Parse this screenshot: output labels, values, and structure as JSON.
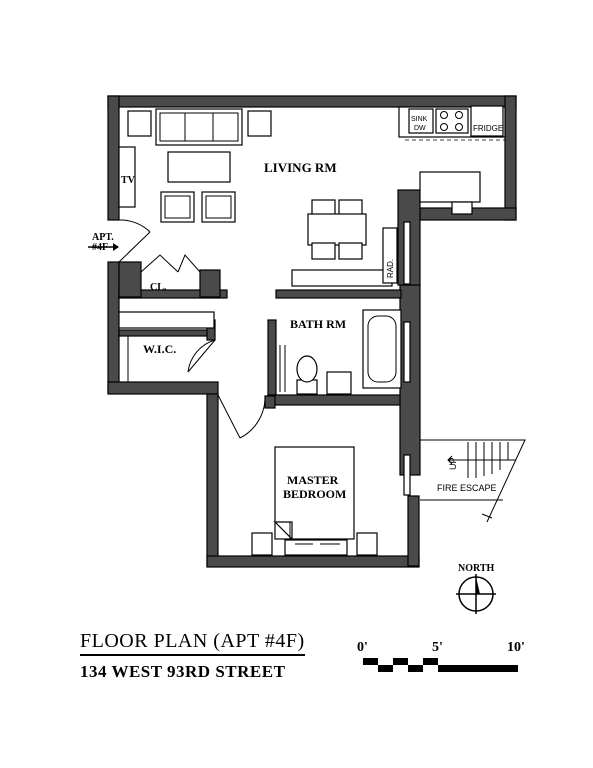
{
  "rooms": {
    "living": "LIVING RM",
    "bath": "BATH RM",
    "wic": "W.I.C.",
    "closet": "CL.",
    "master_line1": "MASTER",
    "master_line2": "BEDROOM"
  },
  "fixtures": {
    "tv": "TV",
    "sink": "SINK",
    "dw": "DW",
    "fridge": "FRIDGE",
    "radiator": "RAD."
  },
  "entry": {
    "line1": "APT.",
    "line2": "#4F"
  },
  "fire_escape": {
    "label": "FIRE ESCAPE",
    "up": "UP"
  },
  "north": {
    "label": "NORTH"
  },
  "scale": {
    "ticks": [
      "0'",
      "5'",
      "10'"
    ]
  },
  "title": "FLOOR PLAN (APT #4F)",
  "address": "134 WEST 93RD STREET"
}
